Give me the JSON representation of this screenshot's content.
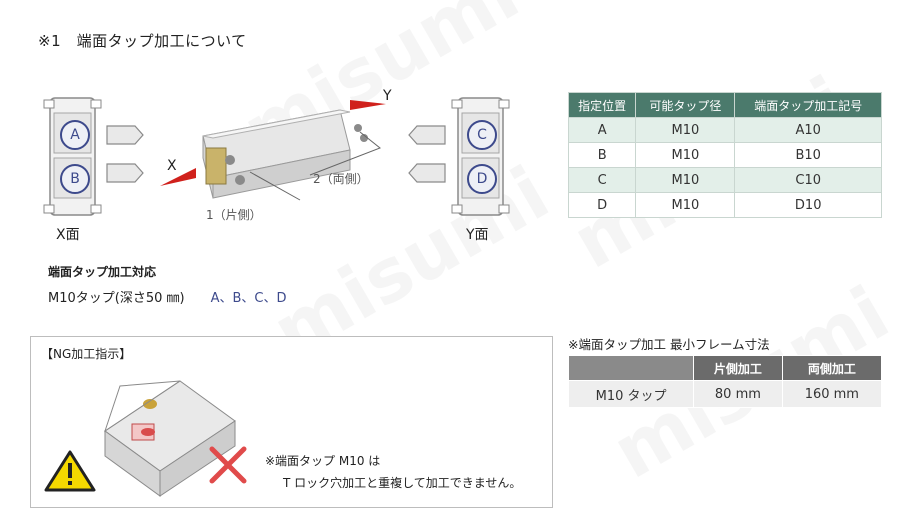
{
  "title": "※1　端面タップ加工について",
  "diagram": {
    "x_face_label": "X面",
    "y_face_label": "Y面",
    "axis_x": "X",
    "axis_y": "Y",
    "one_side_label": "1（片側）",
    "both_sides_label": "2（両側）",
    "positions": {
      "a": "A",
      "b": "B",
      "c": "C",
      "d": "D"
    }
  },
  "support": {
    "heading": "端面タップ加工対応",
    "tap_text": "M10タップ(深さ50 ㎜)",
    "positions_text": "A、B、C、D"
  },
  "table1": {
    "headers": [
      "指定位置",
      "可能タップ径",
      "端面タップ加工記号"
    ],
    "rows": [
      [
        "A",
        "M10",
        "A10"
      ],
      [
        "B",
        "M10",
        "B10"
      ],
      [
        "C",
        "M10",
        "C10"
      ],
      [
        "D",
        "M10",
        "D10"
      ]
    ]
  },
  "table2": {
    "title": "※端面タップ加工  最小フレーム寸法",
    "headers": [
      "",
      "片側加工",
      "両側加工"
    ],
    "rows": [
      [
        "M10 タップ",
        "80 mm",
        "160 mm"
      ]
    ]
  },
  "ng": {
    "title": "【NG加工指示】",
    "note_line1": "※端面タップ M10 は",
    "note_line2": "T ロック穴加工と重複して加工できません。"
  },
  "colors": {
    "accent_blue": "#3d4a8c",
    "table_header_green": "#4b7a6c",
    "table_row_green": "#e3efe9",
    "arrow_red": "#d0211c",
    "warning_yellow": "#f5d800"
  }
}
